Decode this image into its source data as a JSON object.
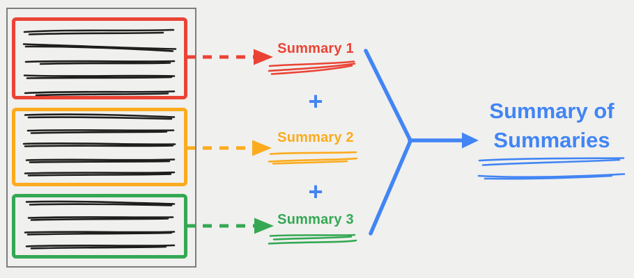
{
  "colors": {
    "background": "#f0f0ee",
    "frame": "#7d7d7d",
    "ink": "#1e1e1e",
    "red": "#ea4335",
    "orange": "#fbab1d",
    "green": "#34a853",
    "blue": "#4285f4"
  },
  "document": {
    "chunks": [
      {
        "color": "#ea4335",
        "scribble_lines": 5
      },
      {
        "color": "#fbab1d",
        "scribble_lines": 5
      },
      {
        "color": "#34a853",
        "scribble_lines": 4
      }
    ]
  },
  "summaries": [
    {
      "label": "Summary 1",
      "color": "#ea4335"
    },
    {
      "label": "Summary 2",
      "color": "#fbab1d"
    },
    {
      "label": "Summary 3",
      "color": "#34a853"
    }
  ],
  "operators": [
    "+",
    "+"
  ],
  "result": {
    "label": "Summary of Summaries",
    "color": "#4285f4"
  }
}
